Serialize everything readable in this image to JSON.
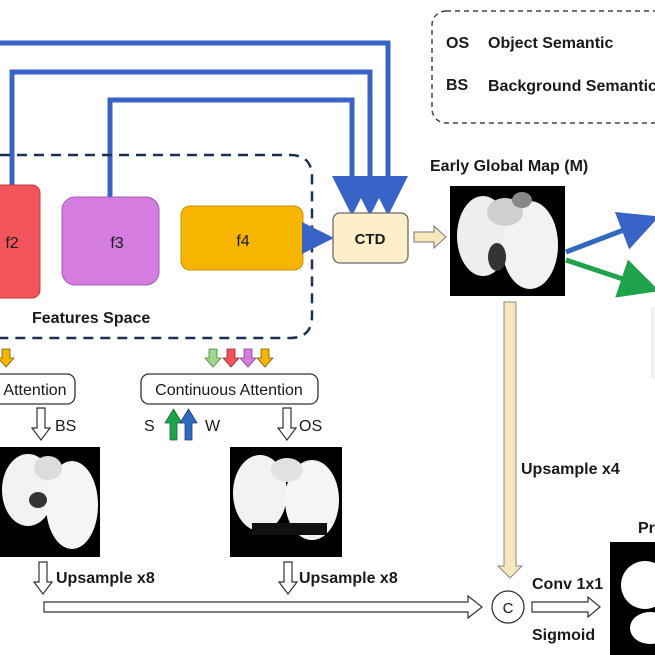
{
  "legend": {
    "items": [
      {
        "abbr": "OS",
        "label": "Object Semantic"
      },
      {
        "abbr": "BS",
        "label": "Background Semantic"
      }
    ]
  },
  "features": {
    "f2": "f2",
    "f3": "f3",
    "f4": "f4",
    "space_label": "Features Space"
  },
  "ctd": "CTD",
  "early_map_label": "Early Global Map (M)",
  "attention": {
    "left_label": "Attention",
    "right_label": "Continuous Attention"
  },
  "semantic": {
    "bs": "BS",
    "os": "OS",
    "s": "S",
    "w": "W"
  },
  "upsample": {
    "x8_left": "Upsample x8",
    "x8_right": "Upsample x8",
    "x4": "Upsample x4"
  },
  "concat": "C",
  "conv": "Conv 1x1",
  "sigmoid": "Sigmoid",
  "pred_label": "Pr",
  "colors": {
    "blue": "#3a63c8",
    "green": "#1fa34a",
    "f2_fill": "#f2545b",
    "f3_fill": "#d47ce0",
    "f4_fill": "#f7b500",
    "ctd_fill": "#fcefc9",
    "upsample_fill": "#f6e7bd"
  }
}
